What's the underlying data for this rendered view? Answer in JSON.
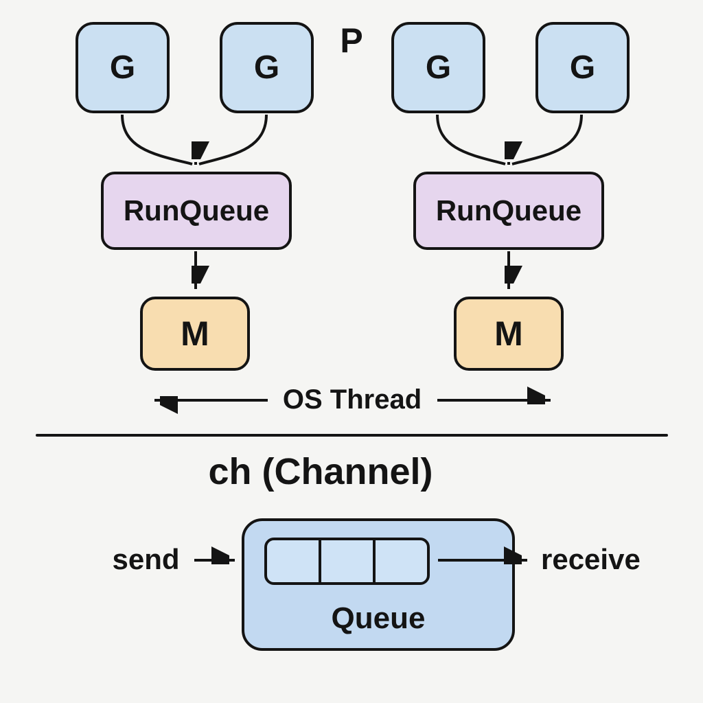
{
  "colors": {
    "background": "#f5f5f3",
    "goroutine_fill": "#cbe0f2",
    "runqueue_fill": "#e6d6ee",
    "machine_fill": "#f8ddb0",
    "channel_fill": "#c2d9f1",
    "cell_fill": "#cfe3f6",
    "stroke": "#141414"
  },
  "scheduler": {
    "p_label": "P",
    "groups": [
      {
        "goroutines": [
          "G",
          "G"
        ],
        "runqueue_label": "RunQueue",
        "machine_label": "M"
      },
      {
        "goroutines": [
          "G",
          "G"
        ],
        "runqueue_label": "RunQueue",
        "machine_label": "M"
      }
    ],
    "os_thread_label": "OS Thread"
  },
  "channel": {
    "title": "ch (Channel)",
    "send_label": "send",
    "receive_label": "receive",
    "queue_label": "Queue",
    "cell_count": 3
  }
}
